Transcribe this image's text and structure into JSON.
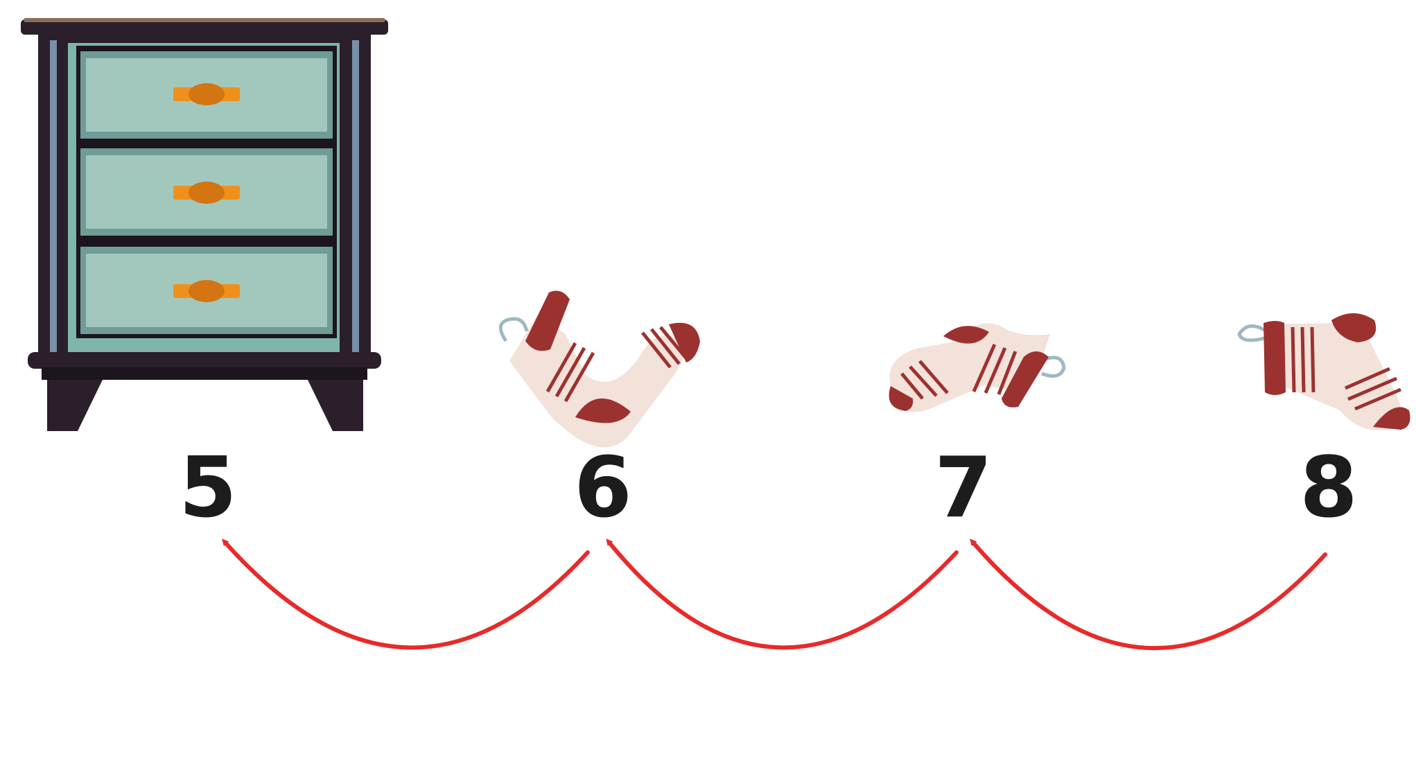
{
  "numbers": [
    "5",
    "6",
    "7",
    "8"
  ],
  "colors": {
    "arrow": "#e82a2a",
    "number": "#1c1c1c",
    "dresser_frame": "#2b1f2c",
    "drawer_face": "#a2c7bd",
    "drawer_edge": "#6f9c96",
    "handle": "#f0901c",
    "sock_base": "#f2e2da",
    "sock_accent": "#9c3230",
    "sock_loop": "#9fb9c3"
  },
  "icons": [
    "dresser-icon",
    "sock-icon",
    "sock-icon",
    "sock-icon"
  ]
}
